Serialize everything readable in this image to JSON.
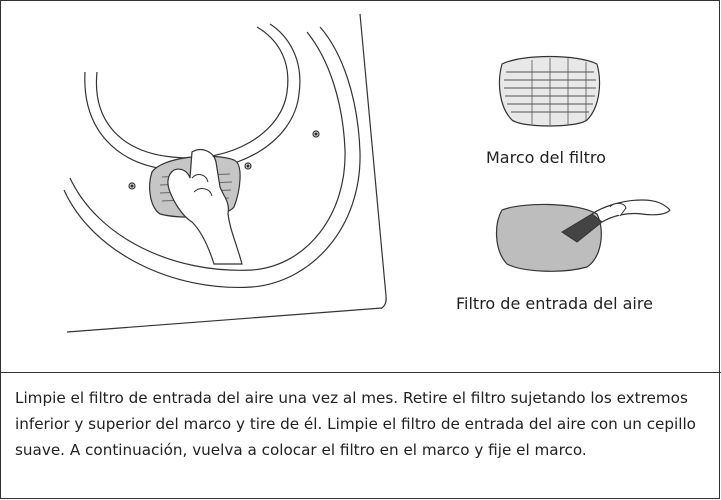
{
  "labels": {
    "filter_frame": "Marco del filtro",
    "air_inlet_filter": "Filtro de entrada del aire"
  },
  "caption": "Limpie el filtro de entrada del aire una vez al mes. Retire el filtro sujetando los extremos inferior y superior del marco y tire de él. Limpie el filtro de entrada del aire con un cepillo suave. A continuación, vuelva a colocar el filtro en el marco y fije el marco.",
  "colors": {
    "line": "#333333",
    "filter_gray": "#b8b8b8",
    "brush_dark": "#444444"
  },
  "icons": [
    "dryer-door-icon",
    "hand-icon",
    "filter-frame-icon",
    "filter-brush-icon"
  ]
}
